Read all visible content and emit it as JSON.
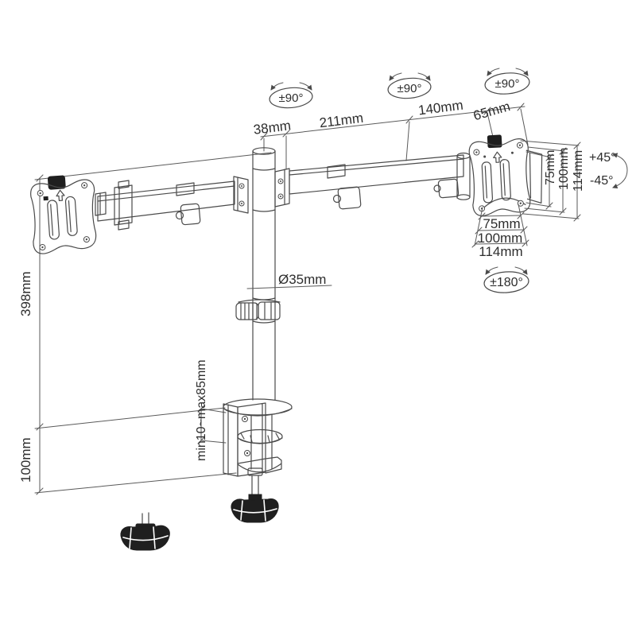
{
  "drawing_type": "monitor-desk-mount-dimensional-diagram",
  "colors": {
    "background": "#ffffff",
    "line": "#4a4a4a",
    "dimension_line": "#5a5a5a",
    "text": "#2d2d2d",
    "knob_fill": "#1f1f1f"
  },
  "labels": {
    "rotation": {
      "pan_left": "±90°",
      "pan_middle": "±90°",
      "pan_right": "±90°",
      "tilt_up": "+45°",
      "tilt_down": "-45°",
      "swivel": "±180°"
    },
    "top_dims": {
      "pole_offset": "38mm",
      "arm_inner": "211mm",
      "arm_outer": "140mm",
      "head": "65mm"
    },
    "vesa_vertical": {
      "inner": "75mm",
      "middle": "100mm",
      "outer": "114mm"
    },
    "vesa_horizontal": {
      "inner": "75mm",
      "middle": "100mm",
      "outer": "114mm"
    },
    "left_dims": {
      "pole_height": "398mm",
      "base_clearance": "100mm"
    },
    "pole": {
      "diameter": "Ø35mm"
    },
    "clamp": {
      "desk_thickness_range": "min10~max85mm"
    }
  }
}
